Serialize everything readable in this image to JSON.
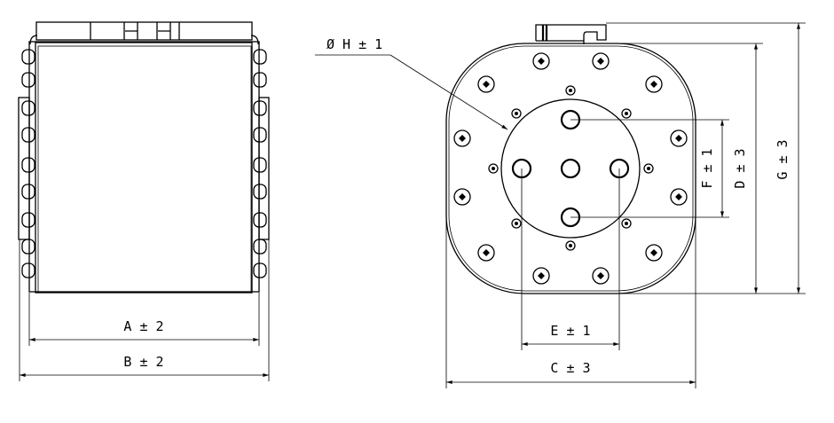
{
  "drawing": {
    "side_view": {
      "dim_a": "A ± 2",
      "dim_b": "B ± 2"
    },
    "front_view": {
      "dim_h": "Ø H ± 1",
      "dim_c": "C ± 3",
      "dim_e": "E ± 1",
      "dim_f": "F ± 1",
      "dim_d": "D ± 3",
      "dim_g": "G ± 3"
    }
  }
}
